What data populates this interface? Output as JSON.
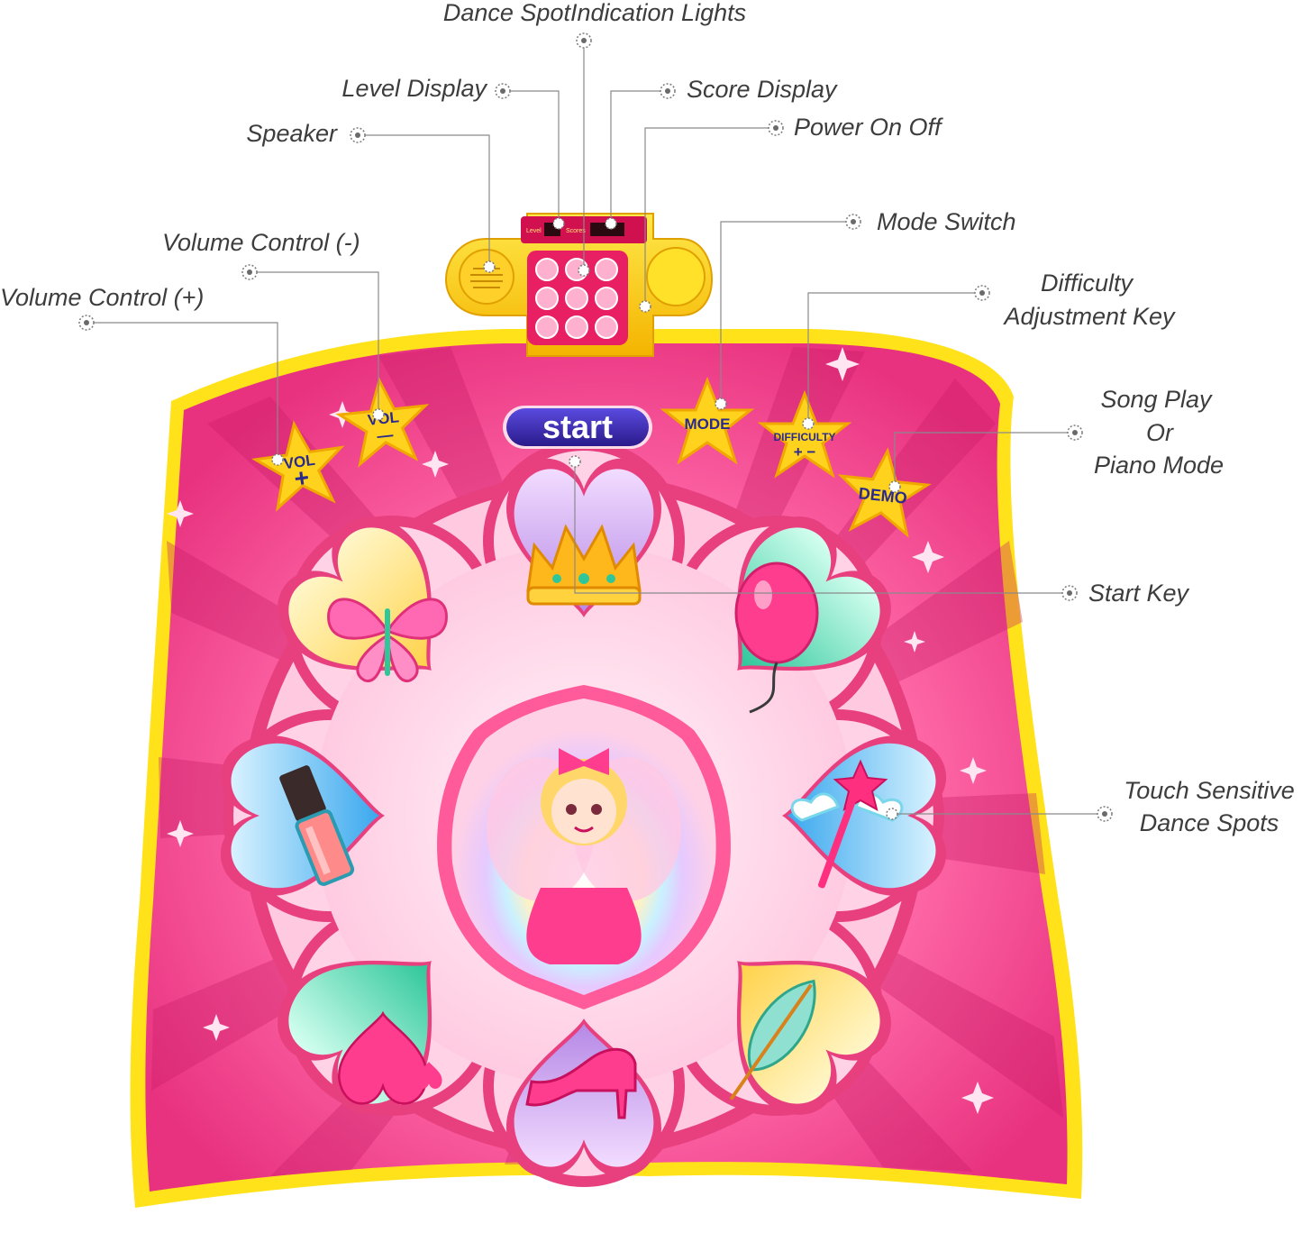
{
  "labels": {
    "dance_spot_lights": "Dance SpotIndication Lights",
    "level_display": "Level Display",
    "score_display": "Score Display",
    "speaker": "Speaker",
    "power": "Power On Off",
    "mode_switch": "Mode Switch",
    "volume_minus": "Volume Control (-)",
    "volume_plus": "Volume Control (+)",
    "difficulty_1": "Difficulty",
    "difficulty_2": "Adjustment Key",
    "song_play_1": "Song Play",
    "song_play_2": "Or",
    "song_play_3": "Piano Mode",
    "start_key": "Start Key",
    "touch_1": "Touch Sensitive",
    "touch_2": "Dance Spots"
  },
  "mat": {
    "start_button": "start",
    "vol_plus_label": "VOL",
    "vol_plus_sign": "+",
    "vol_minus_label": "VOL",
    "vol_minus_sign": "—",
    "mode_label": "MODE",
    "difficulty_label": "DIFFICULTY",
    "difficulty_signs": "+ −",
    "demo_label": "DEMO",
    "panel_level": "Level",
    "panel_scores": "Scores"
  },
  "dance_spots": [
    "butterfly",
    "crown",
    "balloon",
    "lipgloss",
    "magic-wand",
    "heart",
    "high-heel",
    "feather"
  ],
  "colors": {
    "mat_pink": "#f03c8c",
    "mat_border": "#ffe21a",
    "star": "#ffd21e",
    "start_button": "#3a2aa8",
    "callout_text": "#3d3d3d",
    "leader_line": "#8a8a8a"
  }
}
